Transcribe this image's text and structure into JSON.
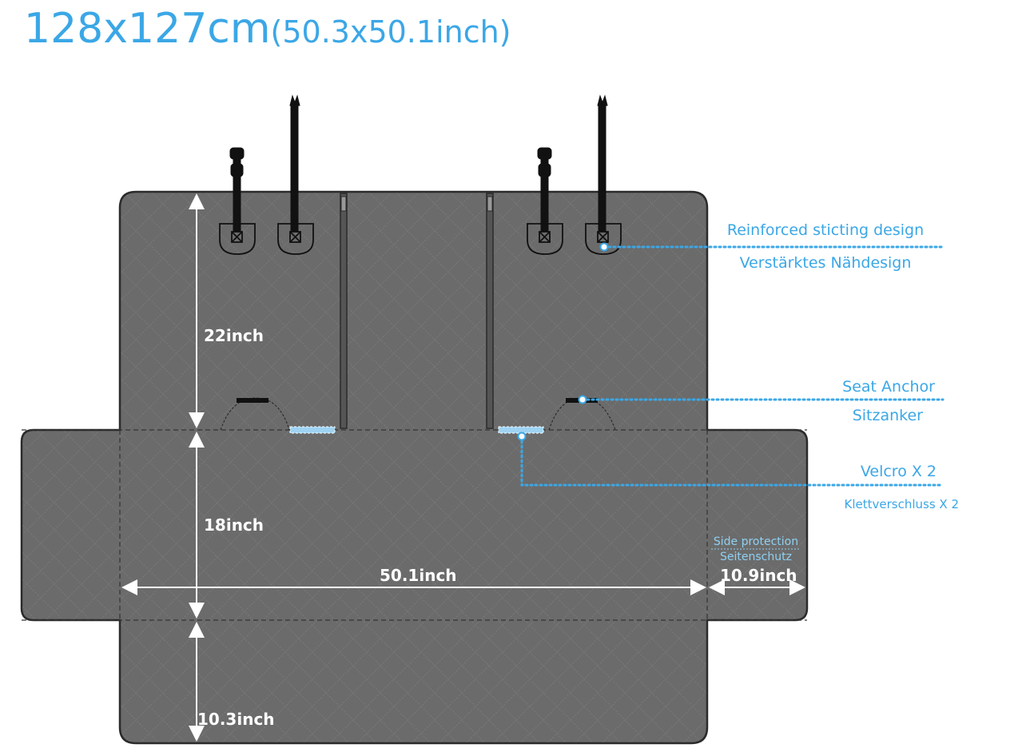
{
  "title": {
    "main": "128x127cm",
    "sub": "(50.3x50.1inch)"
  },
  "dimensions": {
    "top_height": "22inch",
    "middle_height": "18inch",
    "bottom_height": "10.3inch",
    "width": "50.1inch",
    "side_width": "10.9inch"
  },
  "callouts": {
    "stitching_en": "Reinforced sticting design",
    "stitching_de": "Verstärktes Nähdesign",
    "anchor_en": "Seat Anchor",
    "anchor_de": "Sitzanker",
    "velcro_en": "Velcro X 2",
    "velcro_de": "Klettverschluss X 2",
    "side_en": "Side protection",
    "side_de": "Seitenschutz"
  },
  "colors": {
    "accent": "#3ba7e6",
    "fabric": "#6b6b6b",
    "border": "#2b2b2b",
    "velcro": "#9fd3f3"
  }
}
